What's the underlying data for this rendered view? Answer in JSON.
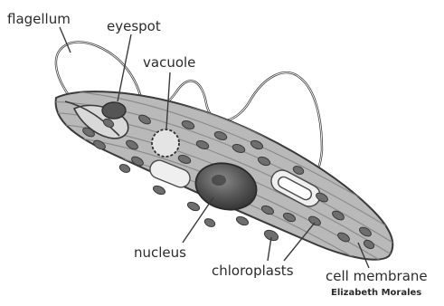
{
  "labels": {
    "flagellum": "flagellum",
    "eyespot": "eyespot",
    "vacuole": "vacuole",
    "nucleus": "nucleus",
    "chloroplasts": "chloroplasts",
    "cell_membrane": "cell membrane"
  },
  "credit": "Elizabeth Morales",
  "colors": {
    "outline": "#3a3a3a",
    "cell_fill": "#b9b9b9",
    "chloroplast": "#6e6e6e",
    "nucleus": "#4d4d4d"
  }
}
